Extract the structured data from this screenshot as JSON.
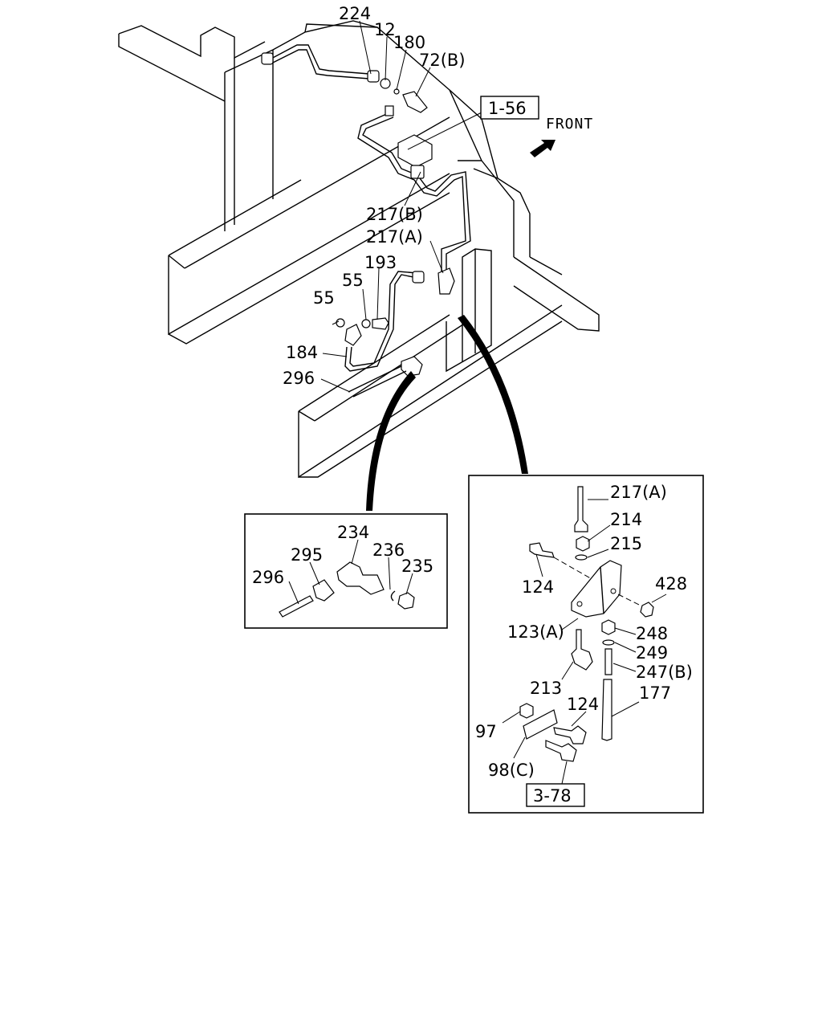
{
  "labels": {
    "p224": "224",
    "p12": "12",
    "p180": "180",
    "p72b": "72(B)",
    "ref156": "1-56",
    "front": "FRONT",
    "p217b": "217(B)",
    "p217a": "217(A)",
    "p193": "193",
    "p55a": "55",
    "p55b": "55",
    "p184": "184",
    "p296": "296",
    "d1_234": "234",
    "d1_295": "295",
    "d1_236": "236",
    "d1_296": "296",
    "d1_235": "235",
    "d2_217a": "217(A)",
    "d2_214": "214",
    "d2_215": "215",
    "d2_124a": "124",
    "d2_428": "428",
    "d2_123a": "123(A)",
    "d2_248": "248",
    "d2_249": "249",
    "d2_247b": "247(B)",
    "d2_213": "213",
    "d2_177": "177",
    "d2_124b": "124",
    "d2_97": "97",
    "d2_98c": "98(C)",
    "ref378": "3-78"
  },
  "icons": [
    "front-arrow-icon"
  ]
}
